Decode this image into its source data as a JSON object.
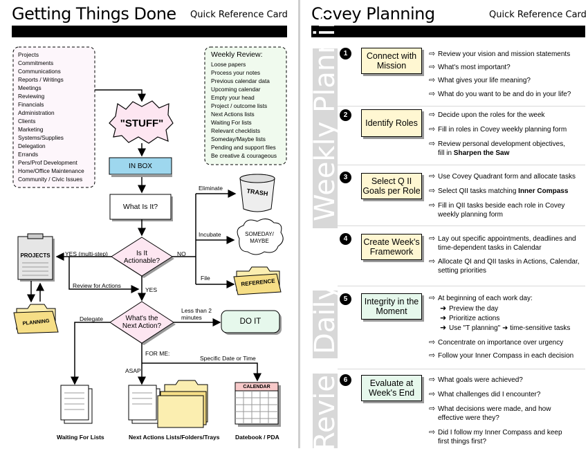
{
  "gtd": {
    "title": "Getting Things Done",
    "subtitle": "Quick Reference Card",
    "inputs": [
      "Projects",
      "Commitments",
      "Communications",
      "Reports / Writings",
      "Meetings",
      "Reviewing",
      "Financials",
      "Administration",
      "Clients",
      "Marketing",
      "Systems/Supplies",
      "Delegation",
      "Errands",
      "Pers/Prof Development",
      "Home/Office Maintenance",
      "Community / Civic Issues"
    ],
    "weekly_review_title": "Weekly Review:",
    "weekly_review": [
      "Loose papers",
      "Process your notes",
      "Previous calendar data",
      "Upcoming calendar",
      "Empty your head",
      "Project / outcome lists",
      "Next Actions lists",
      "Waiting For lists",
      "Relevant checklists",
      "Someday/Maybe lists",
      "Pending and support files",
      "Be creative & courageous"
    ],
    "stuff": "\"STUFF\"",
    "inbox": "IN BOX",
    "what_is_it": "What Is It?",
    "actionable": "Is It Actionable?",
    "next_action": "What's the Next Action?",
    "do_it": "DO IT",
    "trash": "TRASH",
    "someday": "SOMEDAY/ MAYBE",
    "reference": "REFERENCE",
    "projects": "PROJECTS",
    "planning": "PLANNING",
    "calendar": "CALENDAR",
    "labels": {
      "eliminate": "Eliminate",
      "incubate": "Incubate",
      "file": "File",
      "no": "NO",
      "yes": "YES",
      "yes_multi": "YES (multi-step)",
      "review_for_actions": "Review for Actions",
      "delegate": "Delegate",
      "less_than": "Less than 2 minutes",
      "for_me": "FOR ME:",
      "specific_date": "Specific Date or Time",
      "asap": "ASAP"
    },
    "bottom": {
      "waiting": "Waiting For Lists",
      "next_actions": "Next Actions Lists/Folders/Trays",
      "datebook": "Datebook / PDA"
    }
  },
  "covey": {
    "title": "Covey Planning",
    "subtitle": "Quick Reference Card",
    "bands": [
      "Weekly Planning",
      "Daily",
      "Review"
    ],
    "steps": [
      {
        "num": "1",
        "label": "Connect with Mission",
        "items": [
          "Review your vision and mission statements",
          "What's most important?",
          "What gives your life meaning?",
          "What do you want to be and do in your life?"
        ]
      },
      {
        "num": "2",
        "label": "Identify Roles",
        "items": [
          "Decide upon the roles for the week",
          "Fill in roles in Covey weekly planning form"
        ],
        "last_item": {
          "line1": "Review personal development objectives,",
          "line2_pre": "fill in ",
          "line2_bold": "Sharpen the Saw"
        }
      },
      {
        "num": "3",
        "label": "Select Q II Goals per Role",
        "items": [
          "Use Covey Quadrant form and allocate tasks"
        ],
        "mid_item": {
          "pre": "Select QII tasks matching ",
          "bold": "Inner Compass"
        },
        "last_item": {
          "line1": "Fill in QII tasks beside each role in Covey",
          "line2": "weekly planning form"
        }
      },
      {
        "num": "4",
        "label": "Create Week's Framework",
        "items2": [
          {
            "line1": "Lay out specific appointments, deadlines and",
            "line2": "time-dependent tasks in Calendar"
          },
          {
            "line1": "Allocate QI and QII tasks in Actions, Calendar,",
            "line2": "setting priorities"
          }
        ]
      },
      {
        "num": "5",
        "label": "Integrity in the Moment",
        "intro": "At beginning of each work day:",
        "sub": [
          "Preview the day",
          "Prioritize actions",
          "Use \"T planning\"",
          "time-sensitive tasks"
        ],
        "items": [
          "Concentrate on importance over urgency",
          "Follow your Inner Compass in each decision"
        ]
      },
      {
        "num": "6",
        "label": "Evaluate at Week's End",
        "items": [
          "What goals were achieved?",
          "What challenges did I encounter?"
        ],
        "items2": [
          {
            "line1": "What decisions were made, and how",
            "line2": "effective were they?"
          },
          {
            "line1": "Did I follow my Inner Compass and keep",
            "line2": "first things first?"
          }
        ]
      }
    ]
  }
}
